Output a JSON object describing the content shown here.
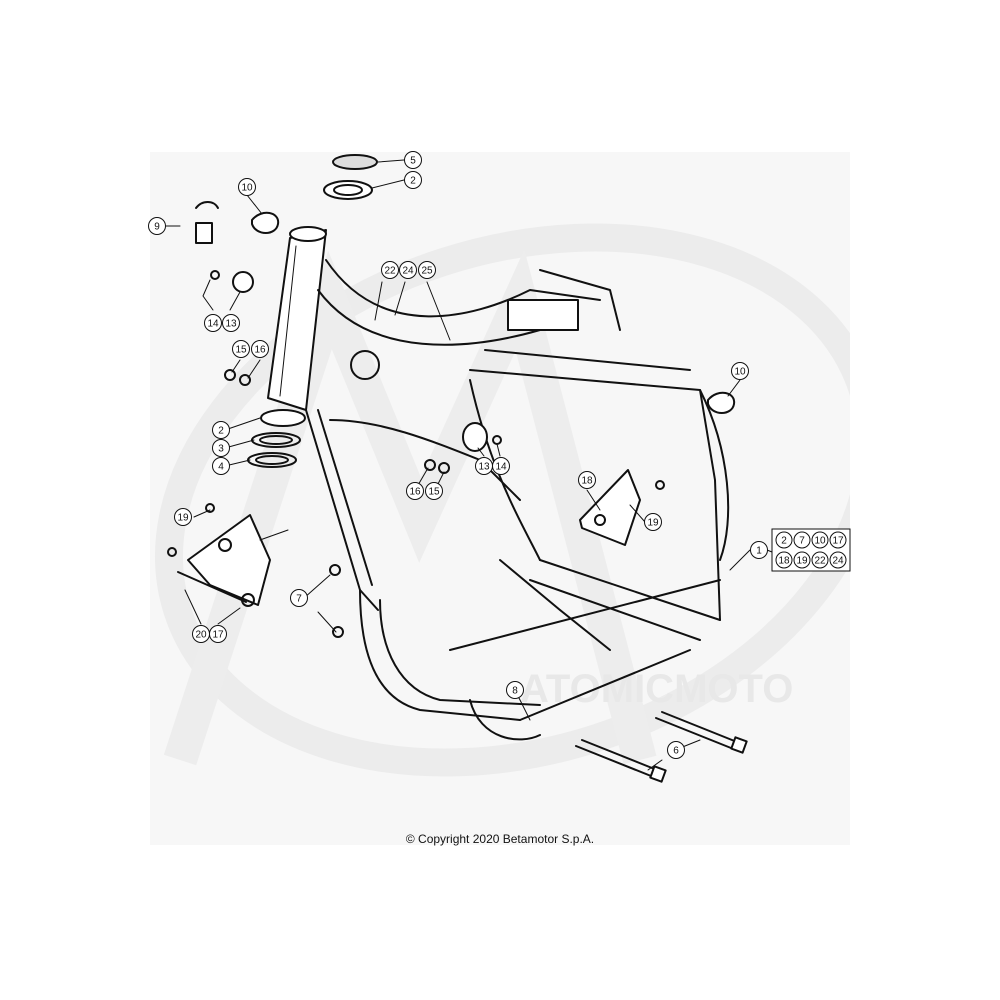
{
  "diagram": {
    "callouts": [
      "5",
      "2",
      "10",
      "9",
      "22",
      "24",
      "25",
      "14",
      "13",
      "15",
      "16",
      "2",
      "3",
      "4",
      "10",
      "13",
      "14",
      "16",
      "15",
      "18",
      "19",
      "19",
      "1",
      "7",
      "20",
      "17",
      "8",
      "6"
    ],
    "kit_box": [
      "2",
      "7",
      "10",
      "17",
      "18",
      "19",
      "22",
      "24"
    ],
    "copyright": "© Copyright 2020 Betamotor S.p.A.",
    "watermark": "ATOMICMOTO"
  }
}
